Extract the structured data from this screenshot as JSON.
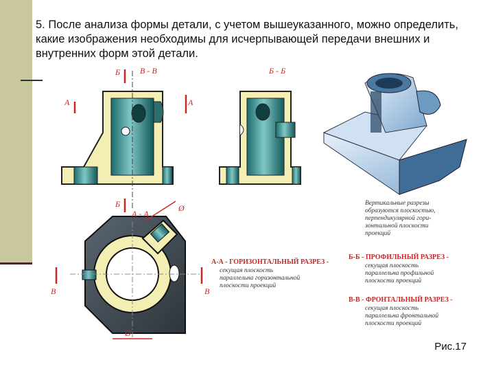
{
  "slide": {
    "text": "5. После анализа формы детали, с учетом вышеуказанного, можно определить, какие изображения необходимы для исчерпывающей передачи внешних и внутренних форм этой детали."
  },
  "figure": {
    "caption": "Рис.17",
    "labels": {
      "b_top": "Б",
      "vv": "В - В",
      "a_left": "А",
      "a_right": "А",
      "b_bottom": "Б",
      "bb": "Б - Б",
      "aa": "А - А",
      "dia_top": "Ø",
      "dia_bottom": "Ø",
      "v_left": "В",
      "v_right": "В"
    },
    "notes": {
      "vertical": "Вертикальные разрезы\nобразуются плоскостью,\nперпендикулярной гори-\nзонтальной плоскости\nпроекций",
      "aa_title": "А-А - ГОРИЗОНТАЛЬНЫЙ РАЗРЕЗ -",
      "aa_text": "секущая плоскость\nпараллельна горизонтальной\nплоскости проекций",
      "bb_title": "Б-Б - ПРОФИЛЬНЫЙ РАЗРЕЗ -",
      "bb_text": "секущая плоскость\nпараллельна профильной\nплоскости проекций",
      "vv_title": "В-В - ФРОНТАЛЬНЫЙ РАЗРЕЗ -",
      "vv_text": "секущая плоскость\nпараллельна фронтальной\nплоскости проекций"
    }
  },
  "colors": {
    "sidebar": "#c9c79e",
    "hatch": "#f3efb4",
    "red": "#c62828"
  }
}
